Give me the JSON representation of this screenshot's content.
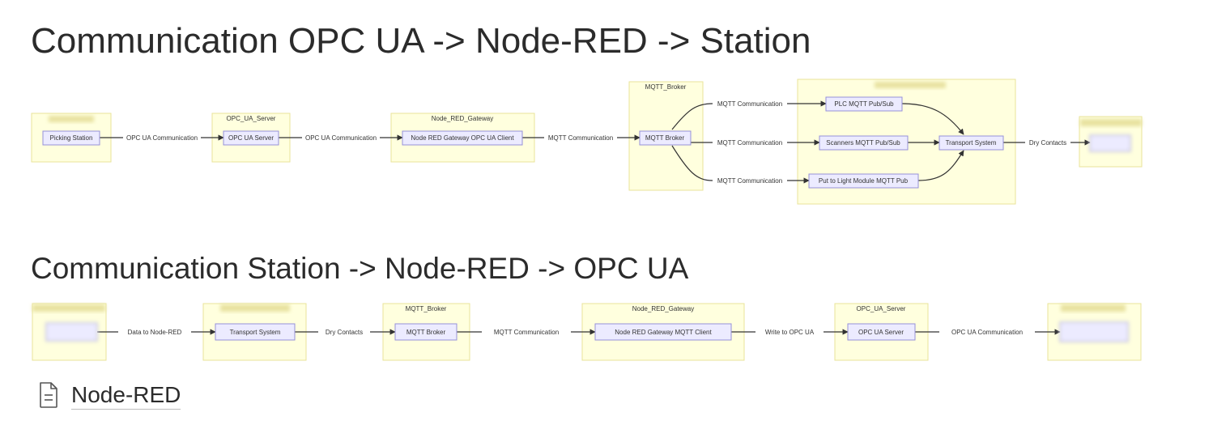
{
  "headings": {
    "opc_to_station": "Communication OPC UA -> Node-RED -> Station",
    "station_to_opc": "Communication Station -> Node-RED -> OPC UA"
  },
  "diagram1": {
    "subgraphs": {
      "opc_ua_server": "OPC_UA_Server",
      "node_red_gateway": "Node_RED_Gateway",
      "mqtt_broker": "MQTT_Broker"
    },
    "nodes": {
      "picking_station": "Picking Station",
      "opc_ua_server": "OPC UA Server",
      "gateway_client": "Node RED Gateway OPC UA Client",
      "mqtt_broker": "MQTT Broker",
      "plc": "PLC MQTT Pub/Sub",
      "scanners": "Scanners MQTT Pub/Sub",
      "ptl": "Put to Light Module MQTT Pub",
      "transport": "Transport System"
    },
    "edges": {
      "e1": "OPC UA Communication",
      "e2": "OPC UA Communication",
      "e3": "MQTT Communication",
      "e4": "MQTT Communication",
      "e5": "MQTT Communication",
      "e6": "MQTT Communication",
      "e7": "Dry Contacts"
    }
  },
  "diagram2": {
    "subgraphs": {
      "mqtt_broker": "MQTT_Broker",
      "node_red_gateway": "Node_RED_Gateway",
      "opc_ua_server": "OPC_UA_Server"
    },
    "nodes": {
      "transport": "Transport System",
      "mqtt_broker": "MQTT Broker",
      "gateway_client": "Node RED Gateway MQTT Client",
      "opc_ua_server": "OPC UA Server"
    },
    "edges": {
      "e1": "Data to Node-RED",
      "e2": "Dry Contacts",
      "e3": "MQTT Communication",
      "e4": "Write to OPC UA",
      "e5": "OPC UA Communication"
    }
  },
  "page_link": {
    "label": "Node-RED",
    "icon": "document-icon"
  }
}
